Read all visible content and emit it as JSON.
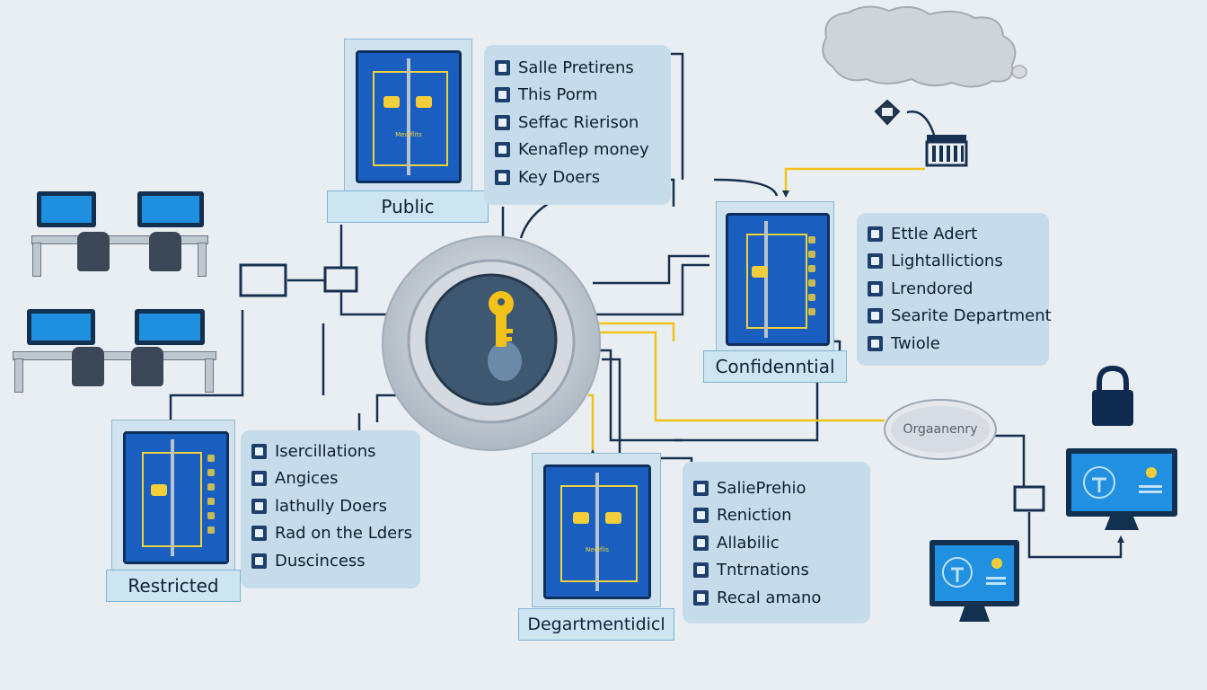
{
  "doors": {
    "public": {
      "label": "Public",
      "caption": "Mediflits"
    },
    "confidential": {
      "label": "Confidenntial"
    },
    "restricted": {
      "label": "Restricted"
    },
    "departmental": {
      "label": "Degartmentidicl",
      "caption": "Nediflis"
    }
  },
  "panels": {
    "public": [
      "Salle Pretirens",
      "This Porm",
      "Seffac Rierison",
      "Kenaflep money",
      "Key Doers"
    ],
    "confidential": [
      "Ettle Adert",
      "Lightallictions",
      "Lrendored",
      "Searite Department",
      "Twiole"
    ],
    "restricted": [
      "Isercillations",
      "Angices",
      "lathully Doers",
      "Rad on the Lders",
      "Duscincess"
    ],
    "departmental": [
      "SaliePrehio",
      "Reniction",
      "Allabilic",
      "Tntrnations",
      "Recal amano"
    ]
  },
  "oval_label": "Orgaanenry",
  "icons": {
    "vault": "vault-key-icon",
    "lock": "padlock-icon",
    "cloud": "cloud-icon",
    "building": "bank-building-icon"
  },
  "colors": {
    "background": "#e9eef3",
    "door_blue": "#1a5fbf",
    "accent_yellow": "#f2cf3a",
    "line_navy": "#16304f",
    "panel": "#c6dcea"
  }
}
